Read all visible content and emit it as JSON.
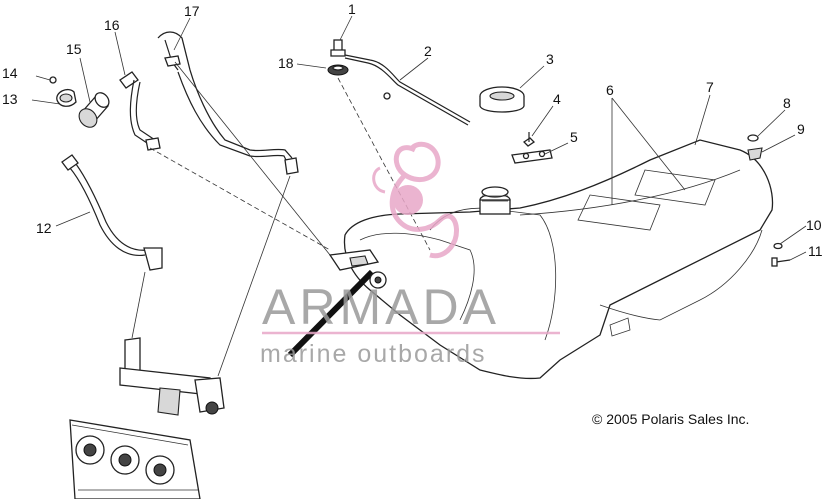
{
  "part_numbers": [
    "1",
    "2",
    "3",
    "4",
    "5",
    "6",
    "7",
    "8",
    "9",
    "10",
    "11",
    "12",
    "13",
    "14",
    "15",
    "16",
    "17",
    "18"
  ],
  "watermark": {
    "brand": "ARMADA",
    "tagline": "marine outboards",
    "accent_color": "#e8a8c8",
    "icon": "seahorse-logo-icon"
  },
  "copyright": "© 2005 Polaris Sales Inc."
}
